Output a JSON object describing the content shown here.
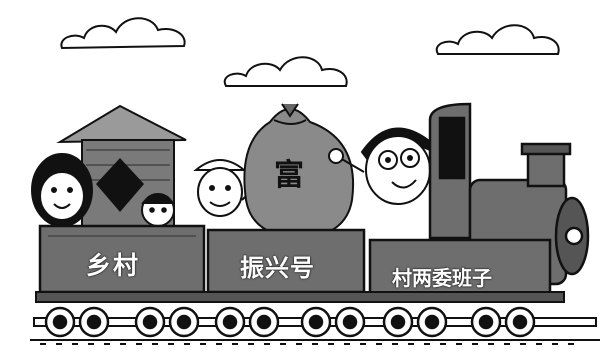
{
  "scene": {
    "cars": [
      {
        "label": "乡村"
      },
      {
        "label": "振兴号"
      },
      {
        "label": "村两委班子"
      }
    ],
    "sack_character": "富"
  },
  "colors": {
    "ink": "#111111",
    "car_body": "#6e6e6e",
    "sack": "#8a8a8a",
    "label": "#ffffff"
  }
}
